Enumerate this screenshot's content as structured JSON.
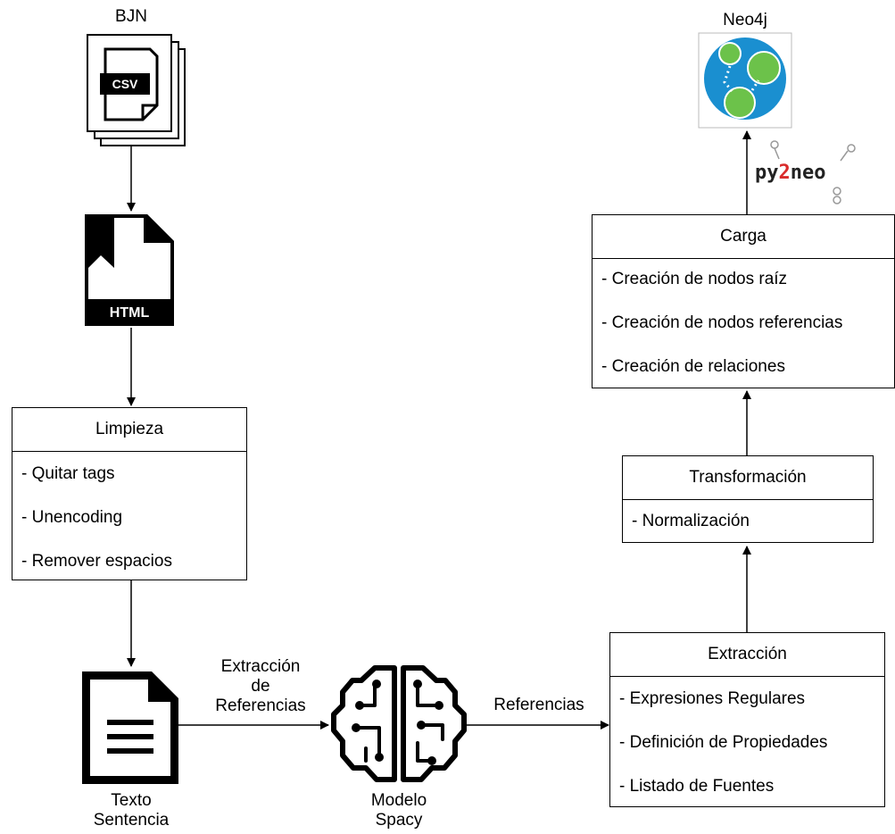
{
  "sources": {
    "bjn_label": "BJN",
    "csv_text": "CSV",
    "html_text": "HTML"
  },
  "limpieza": {
    "title": "Limpieza",
    "items": [
      "- Quitar tags",
      "- Unencoding",
      "- Remover espacios"
    ]
  },
  "texto": {
    "line1": "Texto",
    "line2": "Sentencia"
  },
  "edge_extraccion": {
    "line1": "Extracción",
    "line2": "de",
    "line3": "Referencias"
  },
  "modelo": {
    "line1": "Modelo",
    "line2": "Spacy"
  },
  "edge_referencias": "Referencias",
  "extraccion": {
    "title": "Extracción",
    "items": [
      "- Expresiones Regulares",
      "- Definición de Propiedades",
      "- Listado de Fuentes"
    ]
  },
  "transformacion": {
    "title": "Transformación",
    "items": [
      "- Normalización"
    ]
  },
  "carga": {
    "title": "Carga",
    "items": [
      "- Creación de nodos raíz",
      "- Creación de nodos referencias",
      "- Creación de relaciones"
    ]
  },
  "neo4j": {
    "label": "Neo4j",
    "colors": {
      "blue": "#1a8fd0",
      "green": "#6cc24a"
    }
  },
  "py2neo": {
    "prefix": "py",
    "digit": "2",
    "suffix": "neo",
    "digit_color": "#d92b2b"
  }
}
